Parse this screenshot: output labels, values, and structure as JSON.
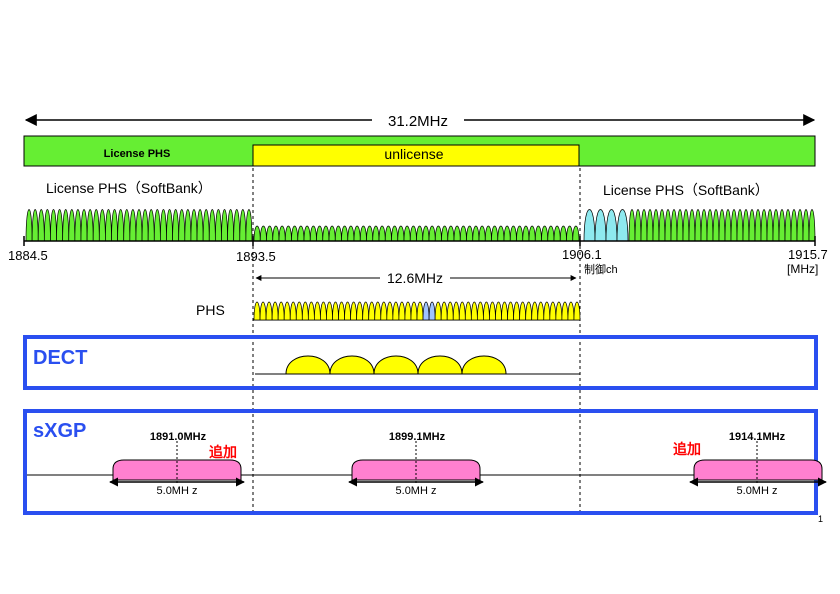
{
  "overall_span": "31.2MHz",
  "bands": {
    "license_phs": "License PHS",
    "unlicense": "unlicense"
  },
  "softbank_left": "License PHS（SoftBank）",
  "softbank_right": "License PHS（SoftBank）",
  "axis_ticks": {
    "t1": "1884.5",
    "t2": "1893.5",
    "t3": "1906.1",
    "t4": "1915.7",
    "unit": "[MHz]",
    "control": "制御ch"
  },
  "unlicensed_span": "12.6MHz",
  "phs_label": "PHS",
  "dect_title": "DECT",
  "sxgp": {
    "title": "sXGP",
    "carriers": [
      {
        "freq": "1891.0MHz",
        "width": "5.0MH z",
        "tag": "追加"
      },
      {
        "freq": "1899.1MHz",
        "width": "5.0MH z",
        "tag": ""
      },
      {
        "freq": "1914.1MHz",
        "width": "5.0MH z",
        "tag": "追加"
      }
    ]
  },
  "page_number": "1",
  "colors": {
    "green": "#66ee33",
    "yellow": "#ffff00",
    "cyan": "#8ee9ef",
    "light_blue": "#9fc3ff",
    "magenta": "#ff80d0",
    "frame_blue": "#2a4ff0",
    "tag_red": "#ff0000"
  }
}
